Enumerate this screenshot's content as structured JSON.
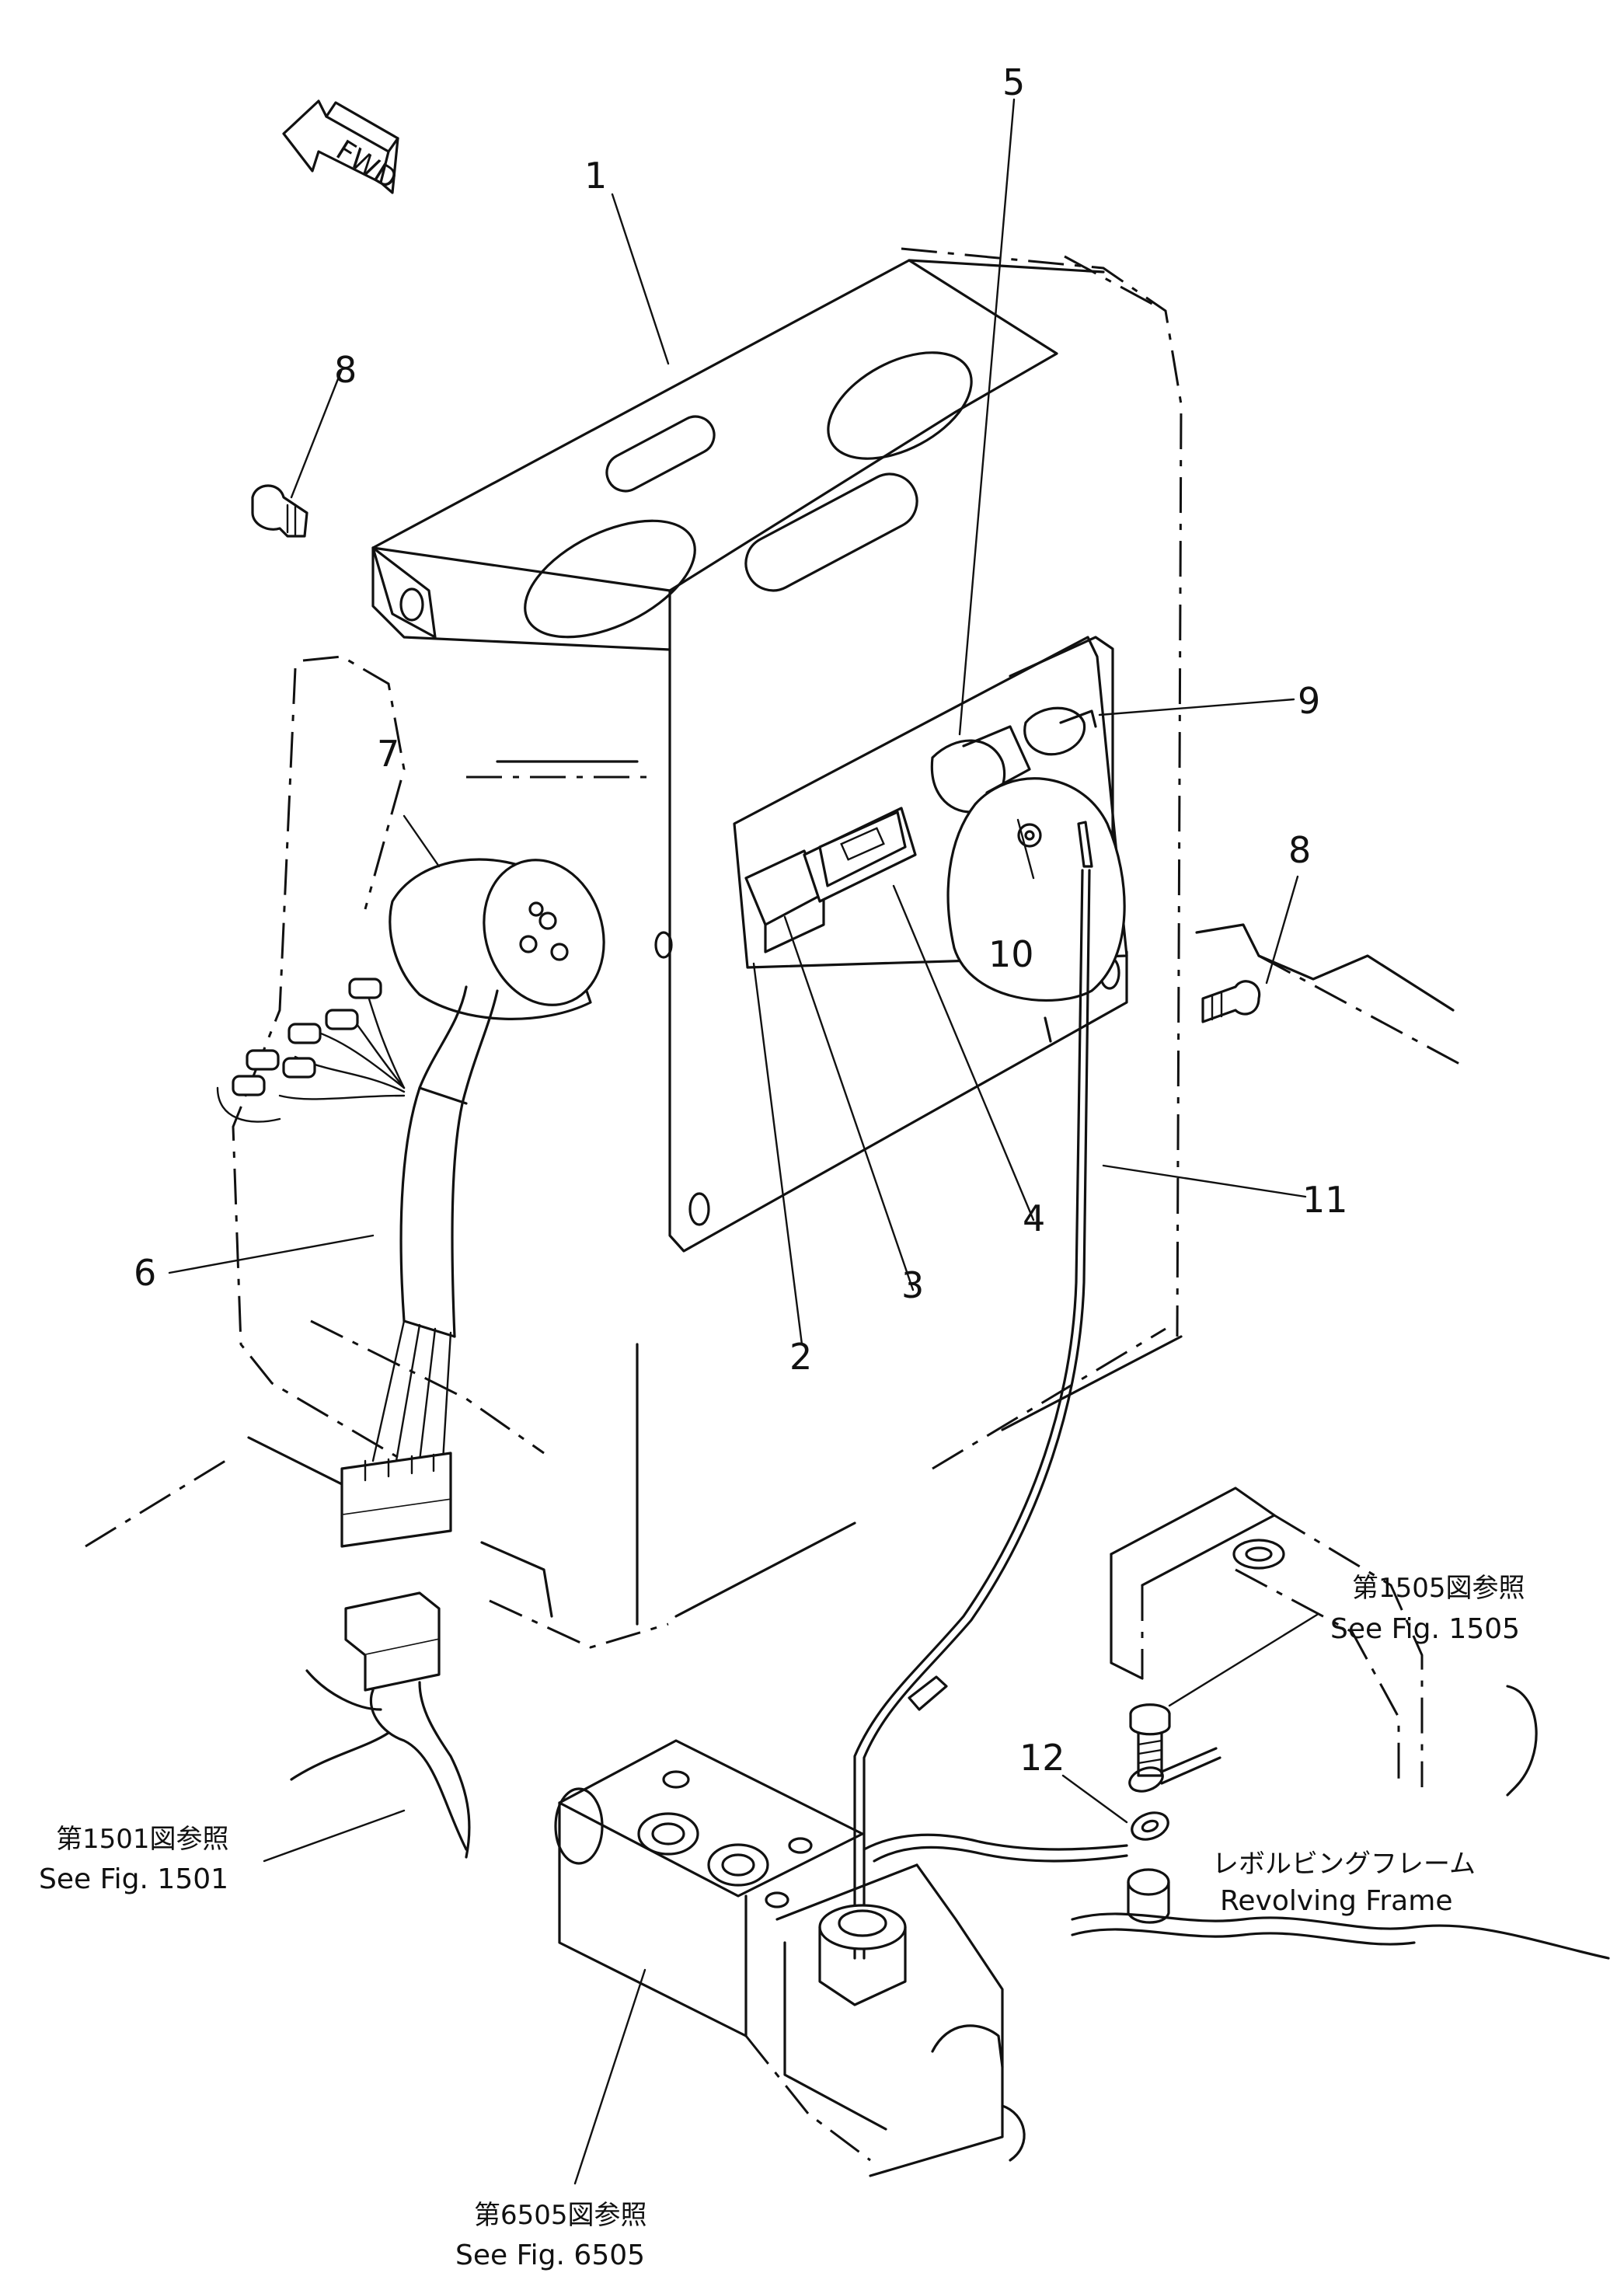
{
  "fwd_label": "FWD",
  "callouts": {
    "c1": "1",
    "c2": "2",
    "c3": "3",
    "c4": "4",
    "c5": "5",
    "c6": "6",
    "c7": "7",
    "c8a": "8",
    "c8b": "8",
    "c9": "9",
    "c10": "10",
    "c11": "11",
    "c12": "12"
  },
  "references": {
    "fig1505_jp": "第1505図参照",
    "fig1505_en": "See Fig. 1505",
    "fig1501_jp": "第1501図参照",
    "fig1501_en": "See Fig. 1501",
    "fig6505_jp": "第6505図参照",
    "fig6505_en": "See Fig. 6505",
    "revolving_jp": "レボルビングフレーム",
    "revolving_en": "Revolving Frame"
  }
}
